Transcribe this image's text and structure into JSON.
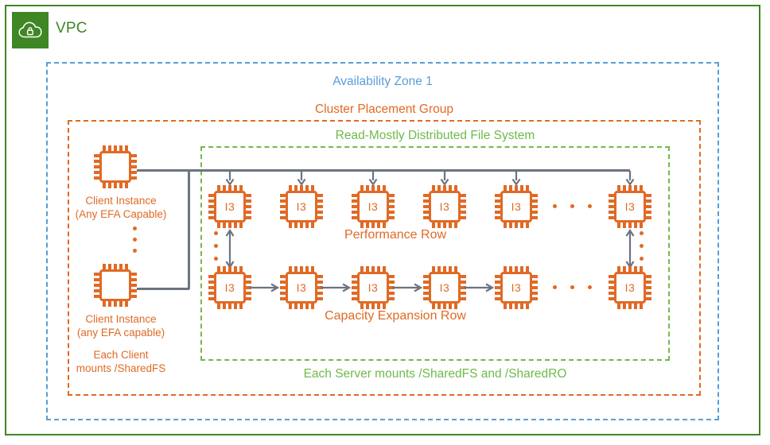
{
  "vpc": {
    "title": "VPC",
    "icon": "cloud-lock-icon",
    "color": "#3f8624"
  },
  "availability_zone": {
    "label": "Availability Zone 1",
    "color": "#5a9ddb"
  },
  "placement_group": {
    "label": "Cluster Placement Group",
    "color": "#e06a25"
  },
  "file_system": {
    "label": "Read-Mostly Distributed File System",
    "footer": "Each Server mounts /SharedFS and /SharedRO",
    "color": "#6fba4b"
  },
  "clients": {
    "top": {
      "icon": "chip-icon",
      "line1": "Client Instance",
      "line2": "(Any EFA Capable)"
    },
    "bottom": {
      "icon": "chip-icon",
      "line1": "Client Instance",
      "line2": "(any EFA capable)"
    },
    "mount_note_line1": "Each Client",
    "mount_note_line2": "mounts /SharedFS"
  },
  "servers": {
    "chip_label": "I3",
    "performance_row": {
      "label": "Performance Row",
      "nodes": [
        "I3",
        "I3",
        "I3",
        "I3",
        "I3",
        "I3"
      ]
    },
    "capacity_row": {
      "label": "Capacity Expansion Row",
      "nodes": [
        "I3",
        "I3",
        "I3",
        "I3",
        "I3",
        "I3"
      ]
    }
  }
}
